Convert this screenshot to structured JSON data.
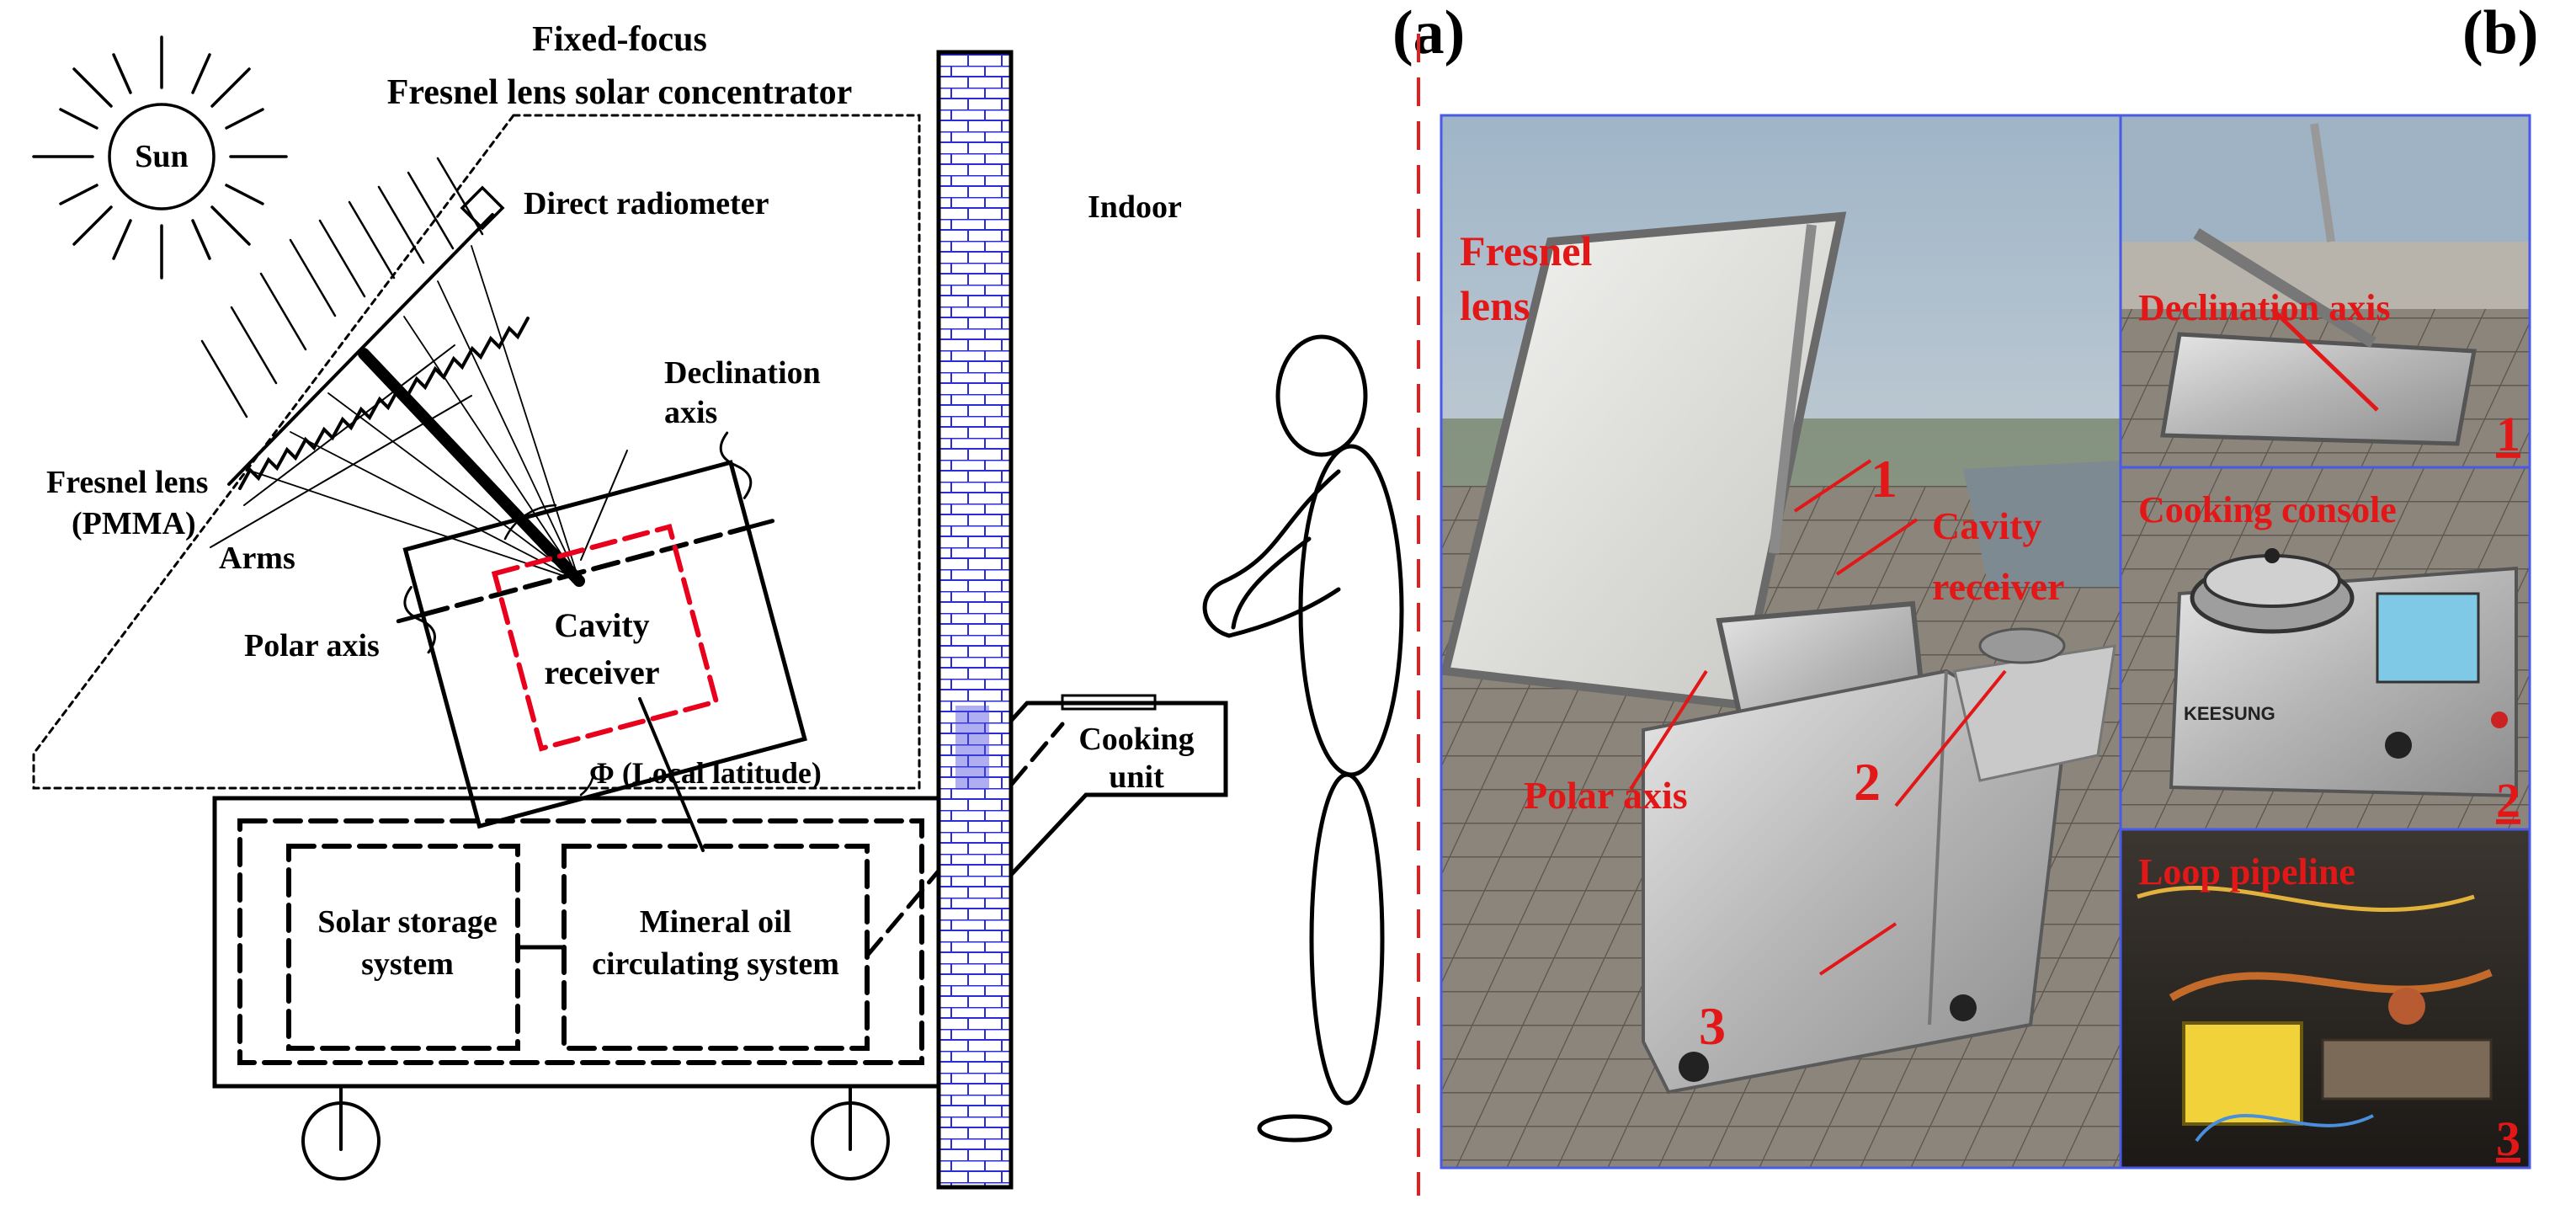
{
  "panel_a": {
    "panel_label": "(a)",
    "title_line1": "Fixed-focus",
    "title_line2": "Fresnel lens solar concentrator",
    "sun": "Sun",
    "direct_radiometer": "Direct radiometer",
    "indoor": "Indoor",
    "declination_axis_line1": "Declination",
    "declination_axis_line2": "axis",
    "fresnel_lens_line1": "Fresnel lens",
    "fresnel_lens_line2": "(PMMA)",
    "arms": "Arms",
    "polar_axis": "Polar axis",
    "cavity_receiver_line1": "Cavity",
    "cavity_receiver_line2": "receiver",
    "local_latitude": "Φ (Local latitude)",
    "cooking_unit_line1": "Cooking",
    "cooking_unit_line2": "unit",
    "solar_storage_line1": "Solar storage",
    "solar_storage_line2": "system",
    "mineral_oil_line1": "Mineral oil",
    "mineral_oil_line2": "circulating system"
  },
  "panel_b": {
    "panel_label": "(b)",
    "main_photo": {
      "fresnel_line1": "Fresnel",
      "fresnel_line2": "lens",
      "cavity_line1": "Cavity",
      "cavity_line2": "receiver",
      "polar_axis": "Polar axis",
      "num1": "1",
      "num2": "2",
      "num3": "3"
    },
    "inset1": {
      "label": "Declination axis",
      "num": "1"
    },
    "inset2": {
      "label": "Cooking console",
      "num": "2",
      "brand": "KEESUNG"
    },
    "inset3": {
      "label": "Loop pipeline",
      "num": "3"
    }
  },
  "colors": {
    "diagram_line": "#000000",
    "cavity_dash": "#e8001c",
    "wall_brick": "#2b2bd8",
    "photo_border": "#4a5ae8",
    "annotation_red": "#e21818",
    "divider_red": "#e02020"
  }
}
